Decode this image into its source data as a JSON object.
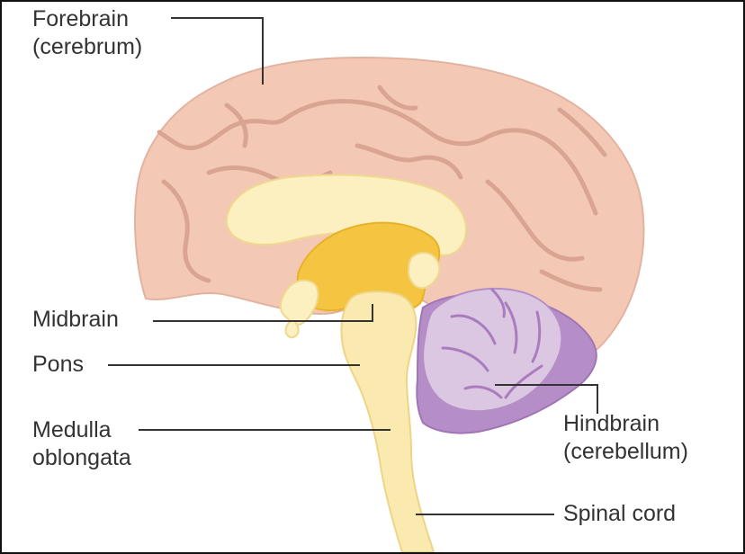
{
  "labels": {
    "forebrain": {
      "line1": "Forebrain",
      "line2": "(cerebrum)"
    },
    "midbrain": "Midbrain",
    "pons": "Pons",
    "medulla": {
      "line1": "Medulla",
      "line2": "oblongata"
    },
    "hindbrain": {
      "line1": "Hindbrain",
      "line2": "(cerebellum)"
    },
    "spinal_cord": "Spinal cord"
  },
  "colors": {
    "cerebrum": "#f3c9b5",
    "cerebrum_fold": "#d9a592",
    "inner_pale": "#fcefc0",
    "midbrain": "#f5c542",
    "brainstem": "#fbeab0",
    "cerebellum": "#dcc7e3",
    "cerebellum_dark": "#b68ec7",
    "leader_line": "#333333",
    "text": "#333333"
  }
}
